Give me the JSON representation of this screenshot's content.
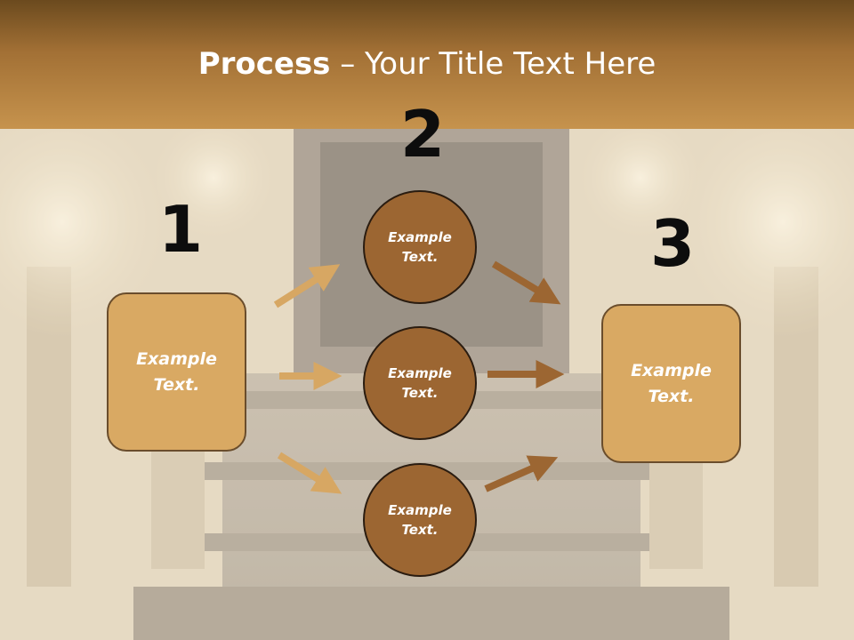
{
  "title": {
    "bold": "Process",
    "rest": " – Your Title Text Here"
  },
  "steps": [
    {
      "number": "1",
      "text": "Example Text."
    },
    {
      "number": "2"
    },
    {
      "number": "3",
      "text": "Example Text."
    }
  ],
  "circles": [
    {
      "text": "Example Text."
    },
    {
      "text": "Example Text."
    },
    {
      "text": "Example Text."
    }
  ],
  "colors": {
    "header": "#a27035",
    "box_fill": "#d9a963",
    "circle_fill": "#9c6632",
    "arrow_light": "#d7a763",
    "arrow_dark": "#9c6632"
  }
}
